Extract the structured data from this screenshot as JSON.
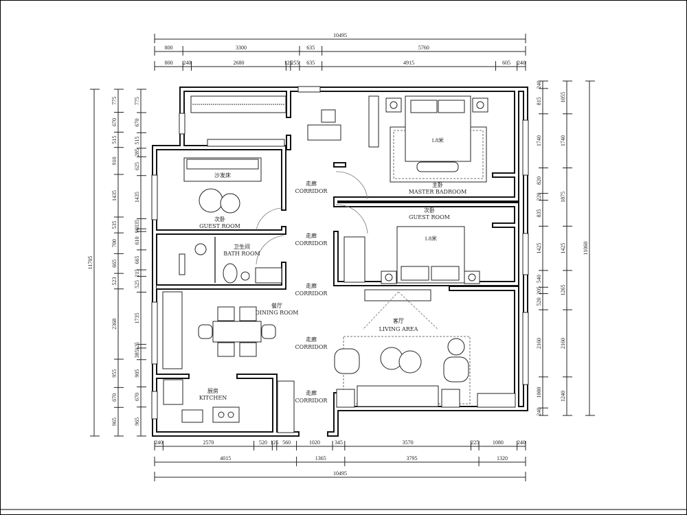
{
  "rooms": {
    "master": {
      "cn": "主卧",
      "en": "MASTER BADROOM",
      "bed": "1.8米"
    },
    "guest_left": {
      "cn": "次卧",
      "en": "GUEST ROOM",
      "sofa_bed": "沙发床"
    },
    "guest_right": {
      "cn": "次卧",
      "en": "GUEST ROOM",
      "bed": "1.8米"
    },
    "bath": {
      "cn": "卫生间",
      "en": "BATH ROOM"
    },
    "dining": {
      "cn": "餐厅",
      "en": "DINING ROOM"
    },
    "living": {
      "cn": "客厅",
      "en": "LIVING AREA"
    },
    "kitchen": {
      "cn": "厨房",
      "en": "KITCHEN"
    },
    "corridors": [
      {
        "cn": "走廊",
        "en": "CORRIDOR"
      },
      {
        "cn": "走廊",
        "en": "CORRIDOR"
      },
      {
        "cn": "走廊",
        "en": "CORRIDOR"
      },
      {
        "cn": "走廊",
        "en": "CORRIDOR"
      },
      {
        "cn": "走廊",
        "en": "CORRIDOR"
      }
    ]
  },
  "dimensions": {
    "top_total": [
      10495
    ],
    "top_middle": [
      800,
      3300,
      635,
      5760
    ],
    "top_inner": [
      800,
      240,
      2680,
      125,
      255,
      635,
      4915,
      605,
      240
    ],
    "left_total": [
      11705
    ],
    "left_middle": [
      775,
      670,
      515,
      910,
      1435,
      535,
      700,
      665,
      523,
      2368,
      955,
      670,
      965
    ],
    "left_inner": [
      775,
      670,
      515,
      285,
      625,
      1435,
      335,
      90,
      610,
      665,
      215,
      525,
      1735,
      125,
      385,
      905,
      670,
      965
    ],
    "right_inner": [
      240,
      815,
      1740,
      820,
      220,
      835,
      1425,
      540,
      205,
      520,
      2160,
      1000,
      240
    ],
    "right_middle": [
      1055,
      1740,
      1875,
      1425,
      1265,
      2160,
      1240
    ],
    "right_total": [
      11060
    ],
    "bottom_inner": [
      240,
      2570,
      520,
      125,
      560,
      1020,
      345,
      3570,
      225,
      1080,
      240
    ],
    "bottom_middle": [
      4015,
      1365,
      3795,
      1320
    ],
    "bottom_total": [
      10495
    ]
  }
}
